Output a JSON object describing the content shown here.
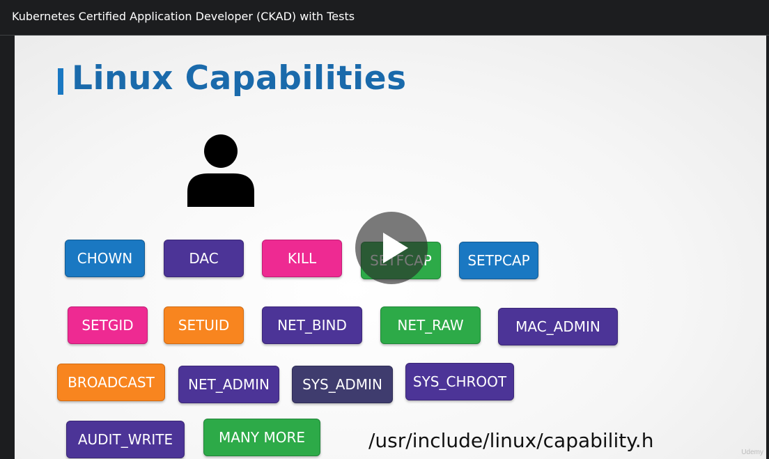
{
  "header": {
    "title": "Kubernetes Certified Application Developer (CKAD) with Tests"
  },
  "slide": {
    "title": "Linux Capabilities",
    "user_icon": "person-icon",
    "capabilities": [
      {
        "label": "CHOWN",
        "color": "blue"
      },
      {
        "label": "DAC",
        "color": "purple"
      },
      {
        "label": "KILL",
        "color": "pink"
      },
      {
        "label": "SETFCAP",
        "color": "green"
      },
      {
        "label": "SETPCAP",
        "color": "blue"
      },
      {
        "label": "SETGID",
        "color": "pink"
      },
      {
        "label": "SETUID",
        "color": "orange"
      },
      {
        "label": "NET_BIND",
        "color": "purple"
      },
      {
        "label": "NET_RAW",
        "color": "green"
      },
      {
        "label": "MAC_ADMIN",
        "color": "purple"
      },
      {
        "label": "BROADCAST",
        "color": "orange"
      },
      {
        "label": "NET_ADMIN",
        "color": "purple"
      },
      {
        "label": "SYS_ADMIN",
        "color": "slate"
      },
      {
        "label": "SYS_CHROOT",
        "color": "purple"
      },
      {
        "label": "AUDIT_WRITE",
        "color": "purple"
      },
      {
        "label": "MANY MORE",
        "color": "green"
      }
    ],
    "header_path": "/usr/include/linux/capability.h"
  },
  "player": {
    "play_icon": "play-icon",
    "watermark": "Udemy"
  },
  "colors": {
    "blue": "#1a78c2",
    "purple": "#4c3497",
    "pink": "#ee2a92",
    "green": "#2daa48",
    "orange": "#f8851f",
    "slate": "#3f3c6e",
    "title": "#1a6aab",
    "topbar": "#1c1d1f"
  }
}
